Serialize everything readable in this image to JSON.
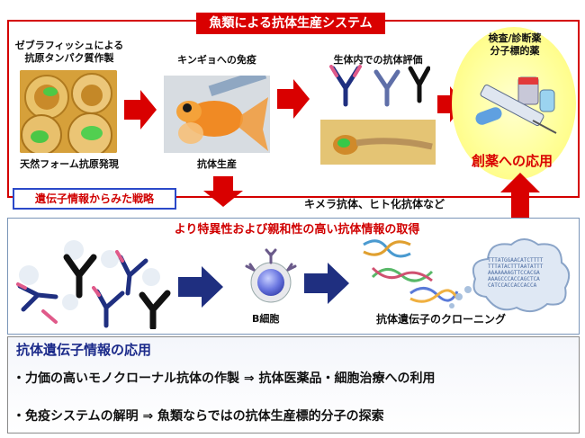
{
  "top": {
    "title": "魚類による抗体生産システム",
    "step1_caption": "ゼブラフィッシュによる\n抗原タンパク質作製",
    "step1_bottom": "天然フォーム抗原発現",
    "step2_caption": "キンギョへの免疫",
    "step2_bottom": "抗体生産",
    "step3_caption": "生体内での抗体評価",
    "step4_caption": "検査/診断薬\n分子標的薬",
    "drug_label": "創薬への応用"
  },
  "strategy_label": "遺伝子情報からみた戦略",
  "chimera_label": "キメラ抗体、ヒト化抗体など",
  "middle": {
    "title": "より特異性および親和性の高い抗体情報の取得",
    "bcell_label": "B細胞",
    "cloning_label": "抗体遺伝子のクローニング",
    "sequence_lines": [
      "TTTATGGAACATCTTTT",
      "TTTATACTTTAATATTT",
      "AAAAAAAGTTCCACGA",
      "AAAGCCCACCAGCTCA",
      "CATCCACCACCACCA"
    ]
  },
  "bottom": {
    "title": "抗体遺伝子情報の応用",
    "bullet1": "・力価の高いモノクローナル抗体の作製 ⇒ 抗体医薬品・細胞治療への利用",
    "bullet2": "・免疫システムの解明 ⇒ 魚類ならではの抗体生産標的分子の探索"
  },
  "colors": {
    "red": "#d90000",
    "blue_arrow": "#1f2f80",
    "bottom_title": "#1b2a8a"
  }
}
